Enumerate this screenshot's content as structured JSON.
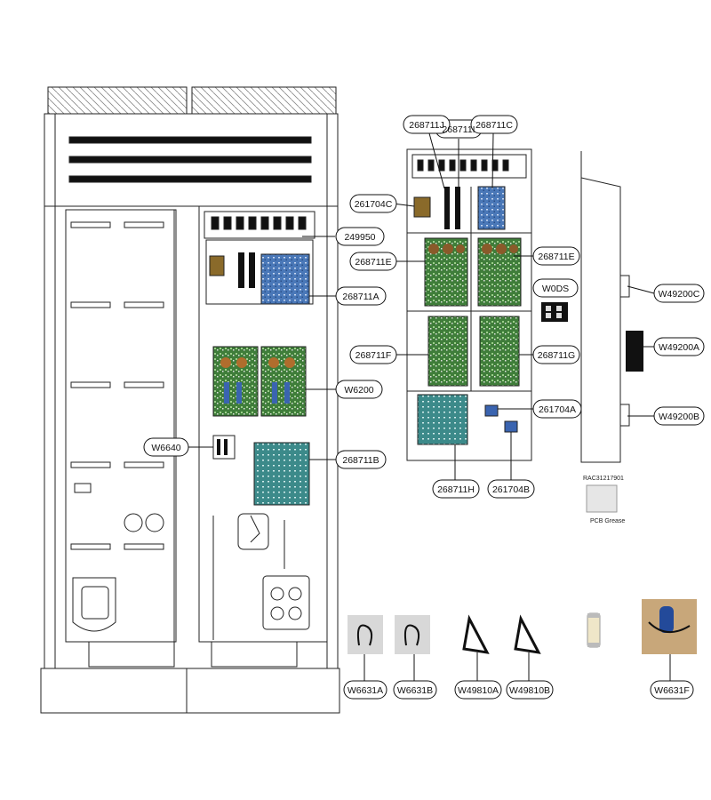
{
  "callouts": {
    "c268711I": "268711I",
    "c268711J": "268711J",
    "c268711C": "268711C",
    "c261704C": "261704C",
    "c249950": "249950",
    "c268711E_left": "268711E",
    "c268711E_right": "268711E",
    "c268711A": "268711A",
    "cW0DS": "W0DS",
    "cW49200C": "W49200C",
    "cW49200A": "W49200A",
    "cW49200B": "W49200B",
    "c268711F": "268711F",
    "c268711G": "268711G",
    "cW6200": "W6200",
    "c261704A": "261704A",
    "cW6640": "W6640",
    "c268711B": "268711B",
    "c268711H": "268711H",
    "c261704B": "261704B",
    "cW6631A": "W6631A",
    "cW6631B": "W6631B",
    "cW49810A": "W49810A",
    "cW49810B": "W49810B",
    "cW6631F": "W6631F"
  },
  "grease": {
    "part_number": "RAC31217901",
    "label": "PCB Grease"
  },
  "colors": {
    "line": "#222222",
    "pcb_green": "#3f7d3a",
    "pcb_blue": "#4a78b8",
    "capacitor": "#8a5a2a",
    "black": "#111111"
  }
}
